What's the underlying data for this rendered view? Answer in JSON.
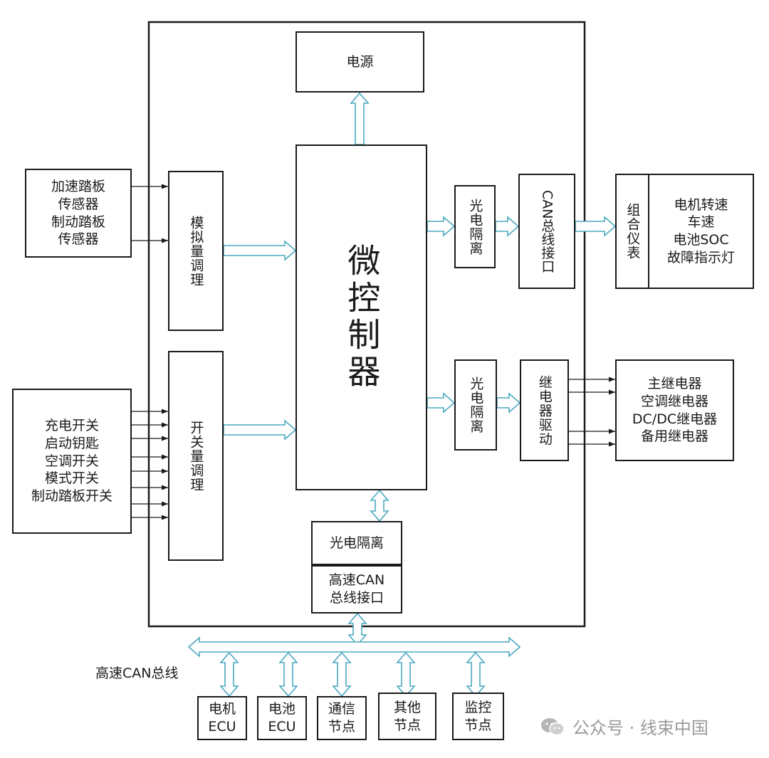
{
  "power": "电源",
  "mcu": "微控制器",
  "analog_conditioning": "模拟量调理",
  "switch_conditioning": "开关量调理",
  "opto_top": "光电隔离",
  "can_interface": "CAN总线接口",
  "cluster": "组合仪表",
  "cluster_items": [
    "电机转速",
    "车速",
    "电池SOC",
    "故障指示灯"
  ],
  "opto_mid": "光电隔离",
  "relay_driver": "继电器驱动",
  "relay_items": [
    "主继电器",
    "空调继电器",
    "DC/DC继电器",
    "备用继电器"
  ],
  "pedal_sensors": [
    "加速踏板",
    "传感器",
    "制动踏板",
    "传感器"
  ],
  "switches": [
    "充电开关",
    "启动钥匙",
    "空调开关",
    "模式开关",
    "制动踏板开关"
  ],
  "opto_bottom": "光电隔离",
  "hs_can_interface": [
    "高速CAN",
    "总线接口"
  ],
  "hs_can_bus": "高速CAN总线",
  "nodes": [
    [
      "电机",
      "ECU"
    ],
    [
      "电池",
      "ECU"
    ],
    [
      "通信",
      "节点"
    ],
    [
      "其他",
      "节点"
    ],
    [
      "监控",
      "节点"
    ]
  ],
  "watermark": "公众号 · 线束中国",
  "colors": {
    "line": "#1a1a1a",
    "arrow_outline": "#4aa8c0",
    "watermark": "#9a9a9a"
  },
  "icons": {
    "watermark_icon": "wechat-icon"
  }
}
